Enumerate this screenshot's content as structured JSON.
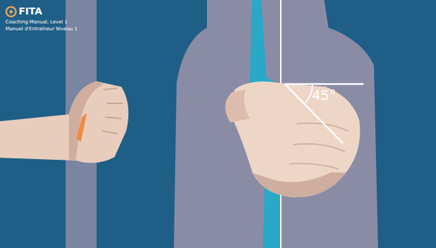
{
  "diagram": {
    "labels": [
      "FITA",
      "Coaching Manual, Level 1",
      "Manuel d'Entraîneur Niveau 1",
      "45°"
    ]
  }
}
